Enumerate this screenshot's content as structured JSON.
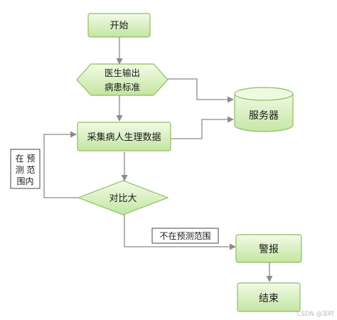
{
  "nodes": {
    "start": "开始",
    "decision1_line1": "医生输出",
    "decision1_line2": "病患标准",
    "server": "服务器",
    "collect": "采集病人生理数据",
    "in_range_l1": "在 预",
    "in_range_l2": "测 范",
    "in_range_l3": "围内",
    "compare": "对比大",
    "out_range": "不在预测范围",
    "alarm": "警报",
    "end": "结束"
  },
  "watermark": "CSDN @凉时",
  "colors": {
    "box_fill_top": "#f2fbe6",
    "box_fill_bottom": "#c3e5a2",
    "box_stroke": "#8dbd5e",
    "label_stroke": "#444444",
    "line": "#8a8a8a"
  }
}
